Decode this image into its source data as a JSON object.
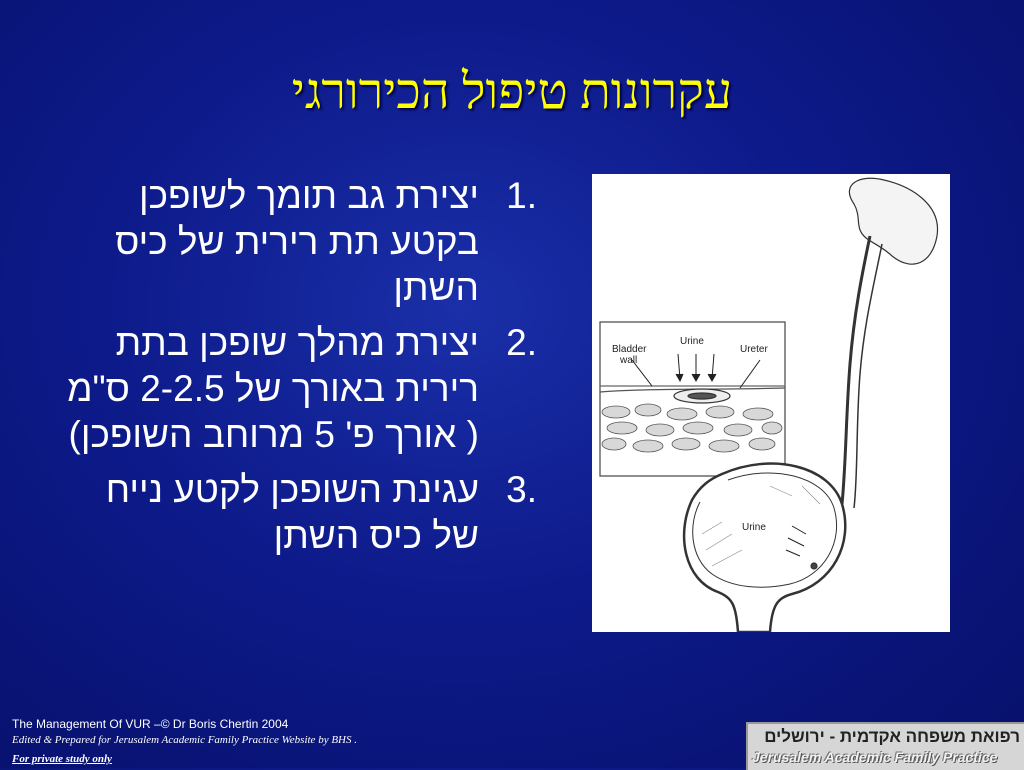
{
  "slide": {
    "title": "עקרונות טיפול הכירורגי",
    "points": [
      {
        "num": "1.",
        "text": "יצירת גב תומך לשופכן בקטע תת רירית של כיס השתן"
      },
      {
        "num": "2.",
        "text": "יצירת מהלך שופכן בתת רירית באורך של 2-2.5 ס\"מ ( אורך פ' 5 מרוחב השופכן)"
      },
      {
        "num": "3.",
        "text": "עגינת השופכן לקטע נייח של כיס השתן"
      }
    ]
  },
  "figure": {
    "labels": {
      "bladder_wall": "Bladder\nwall",
      "urine_top": "Urine",
      "ureter": "Ureter",
      "urine_bladder": "Urine"
    }
  },
  "footer": {
    "line1": "The Management Of VUR –© Dr Boris Chertin 2004",
    "line2": "Edited & Prepared for Jerusalem Academic Family Practice Website by BHS .",
    "line3": "For private study only"
  },
  "logo": {
    "hebrew": "רפואת משפחה אקדמית - ירושלים",
    "english": "Jerusalem Academic Family Practice"
  }
}
